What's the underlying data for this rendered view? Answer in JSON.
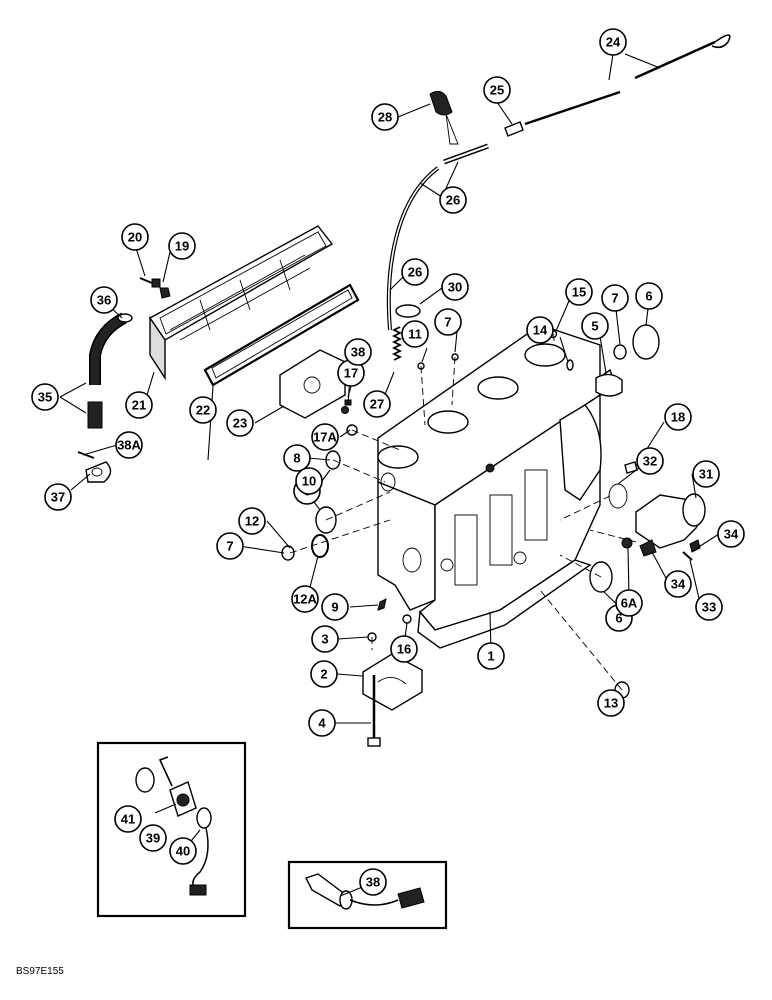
{
  "figure_code": "BS97E155",
  "callouts": [
    "1",
    "2",
    "3",
    "4",
    "5",
    "6",
    "6A",
    "7",
    "8",
    "9",
    "10",
    "11",
    "12",
    "12A",
    "13",
    "14",
    "15",
    "16",
    "17",
    "17A",
    "18",
    "19",
    "20",
    "21",
    "22",
    "23",
    "24",
    "25",
    "26",
    "27",
    "28",
    "30",
    "31",
    "32",
    "33",
    "34",
    "35",
    "36",
    "37",
    "38",
    "38A",
    "39",
    "40",
    "41"
  ]
}
